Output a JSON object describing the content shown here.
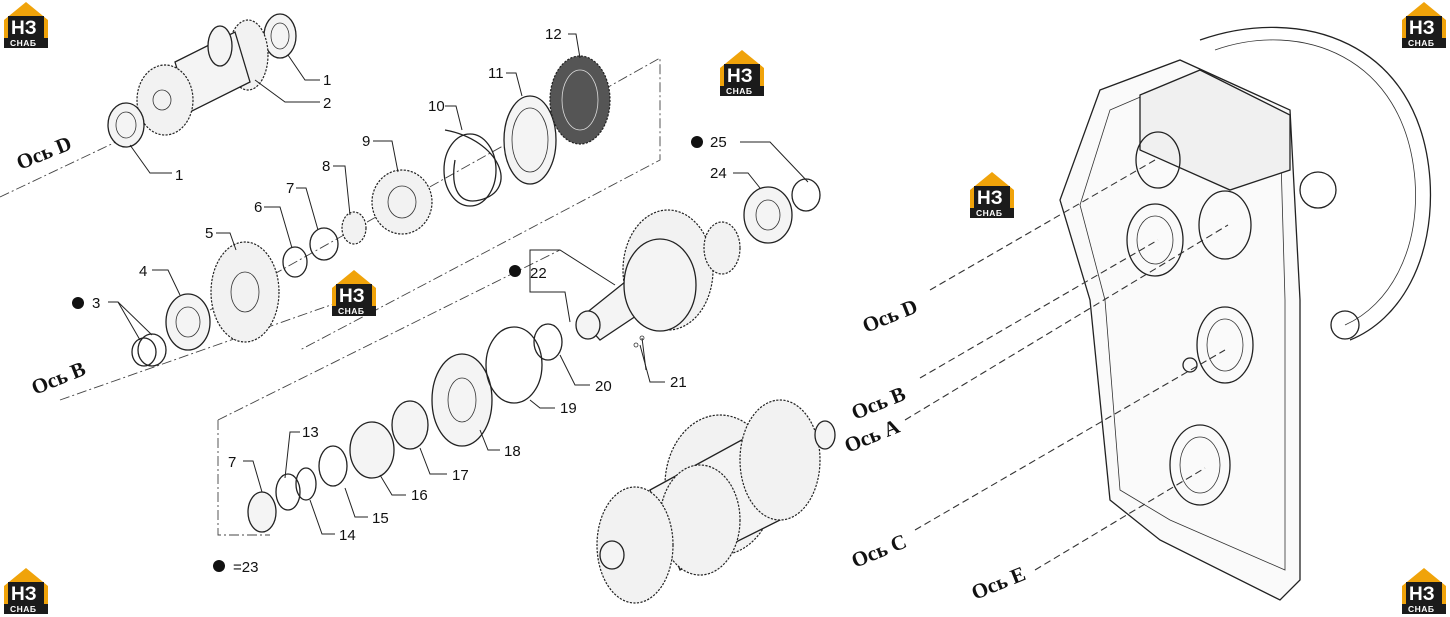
{
  "brand": {
    "logo_letters": "НЗ",
    "logo_sub": "СНАБ",
    "accent_color": "#f0a30a",
    "dark_color": "#1b1b1b"
  },
  "part_labels": [
    "1",
    "2",
    "1",
    "3",
    "4",
    "5",
    "6",
    "7",
    "8",
    "9",
    "10",
    "11",
    "12",
    "22",
    "24",
    "25",
    "20",
    "21",
    "19",
    "18",
    "17",
    "16",
    "15",
    "14",
    "13",
    "7"
  ],
  "axis_labels": [
    "Ось D",
    "Ось B",
    "Ось D",
    "Ось B",
    "Ось A",
    "Ось C",
    "Ось E"
  ],
  "legend": {
    "bullet_note": "=23"
  }
}
